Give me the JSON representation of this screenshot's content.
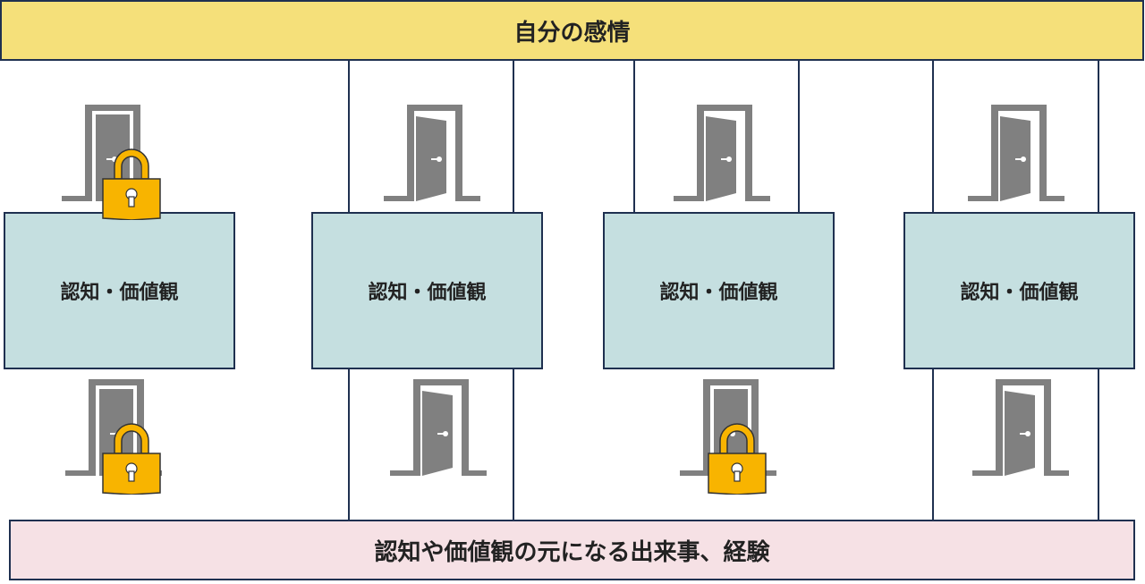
{
  "top_label": "自分の感情",
  "bottom_label": "認知や価値観の元になる出来事、経験",
  "columns": [
    {
      "label": "認知・価値観",
      "top_door": "locked",
      "bottom_door": "locked"
    },
    {
      "label": "認知・価値観",
      "top_door": "open",
      "bottom_door": "open"
    },
    {
      "label": "認知・価値観",
      "top_door": "open",
      "bottom_door": "locked"
    },
    {
      "label": "認知・価値観",
      "top_door": "open",
      "bottom_door": "open"
    }
  ],
  "colors": {
    "top": "#f5e07a",
    "bottom": "#f6e1e5",
    "box": "#c5dfe0",
    "line": "#1f3050",
    "door": "#808080",
    "lock": "#f8b400"
  }
}
